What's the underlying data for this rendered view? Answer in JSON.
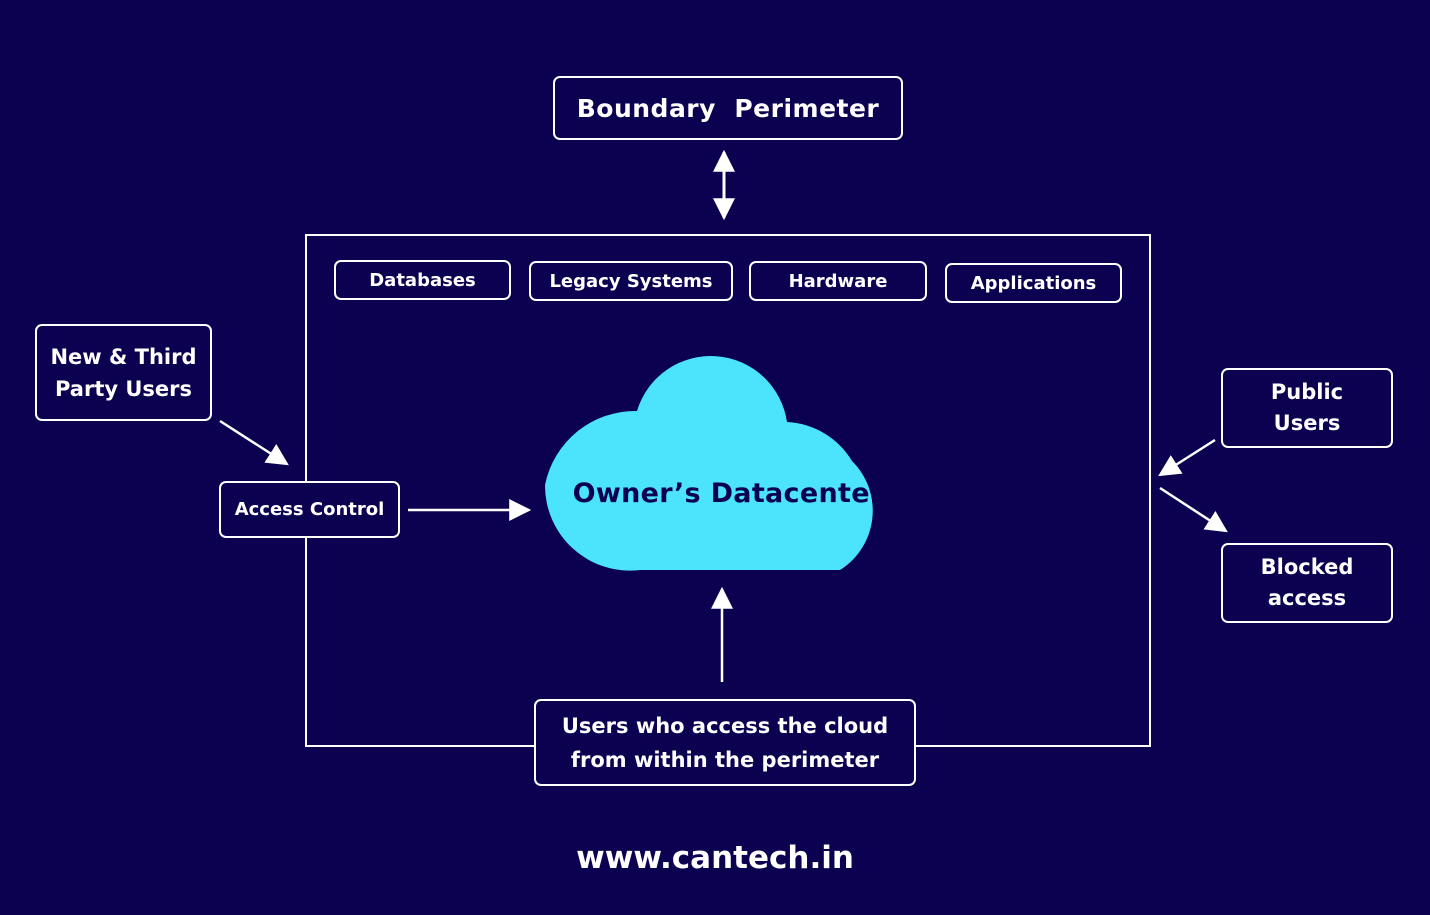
{
  "title": "Boundary  Perimeter",
  "resources": {
    "databases": "Databases",
    "legacy_systems": "Legacy Systems",
    "hardware": "Hardware",
    "applications": "Applications"
  },
  "cloud": {
    "label": "Owner’s Datacenter",
    "color": "#4ce4fd"
  },
  "new_users": {
    "line1": "New & Third",
    "line2": "Party Users"
  },
  "access_control": "Access Control",
  "public_users": {
    "line1": "Public",
    "line2": "Users"
  },
  "blocked_access": {
    "line1": "Blocked",
    "line2": "access"
  },
  "inner_users": {
    "line1": "Users who access the cloud",
    "line2": "from within the perimeter"
  },
  "footer": "www.cantech.in",
  "colors": {
    "background": "#0c0150",
    "stroke": "#ffffff",
    "cloud": "#4ce4fd"
  }
}
